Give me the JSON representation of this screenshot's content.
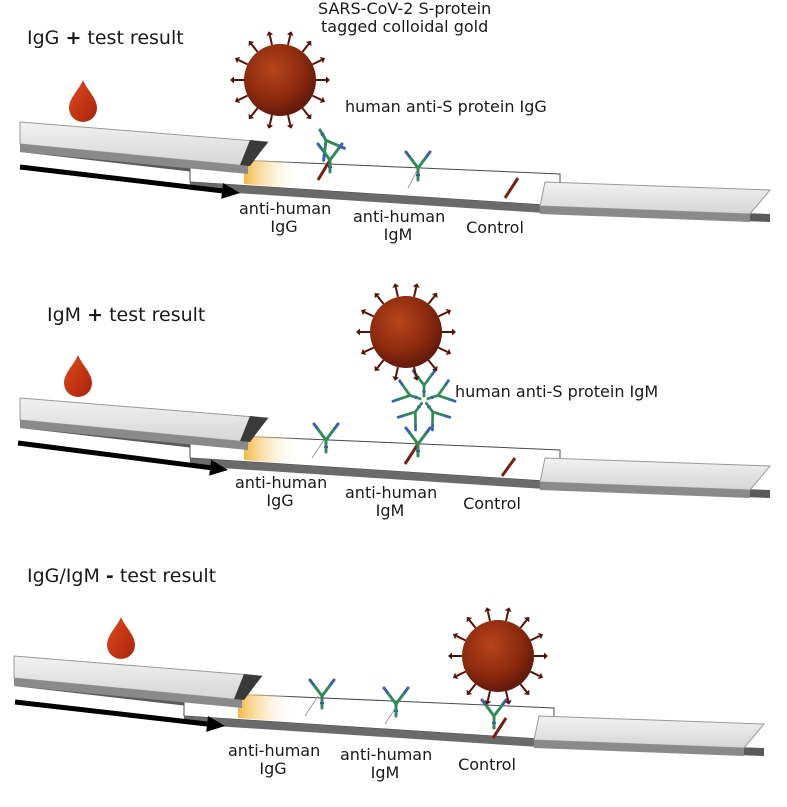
{
  "panels": [
    {
      "title_prefix": "IgG",
      "title_sign": "+",
      "title_suffix": "test result",
      "labels": {
        "igg": [
          "anti-human",
          "IgG"
        ],
        "igm": [
          "anti-human",
          "IgM"
        ],
        "control": "Control"
      },
      "annotations": {
        "gold": [
          "SARS-CoV-2 S-protein",
          "tagged colloidal gold"
        ],
        "antibody": "human anti-S protein IgG"
      }
    },
    {
      "title_prefix": "IgM",
      "title_sign": "+",
      "title_suffix": "test result",
      "labels": {
        "igg": [
          "anti-human",
          "IgG"
        ],
        "igm": [
          "anti-human",
          "IgM"
        ],
        "control": "Control"
      },
      "annotations": {
        "antibody": "human anti-S protein IgM"
      }
    },
    {
      "title_prefix": "IgG/IgM",
      "title_sign": "-",
      "title_suffix": "test result",
      "labels": {
        "igg": [
          "anti-human",
          "IgG"
        ],
        "igm": [
          "anti-human",
          "IgM"
        ],
        "control": "Control"
      }
    }
  ],
  "colors": {
    "pad": "#e6e6e6",
    "pad_shade": "#8a8a8a",
    "strip_edge": "#4a4a4a",
    "conjugate": "#f4b942",
    "test_line": "#7a1e10",
    "gold_particle": "#8b2a0e",
    "spike": "#5a1208",
    "droplet": "#c8300e",
    "antibody_green": "#2e8b57",
    "antibody_blue": "#3a5fb0",
    "arrow": "#000000"
  }
}
